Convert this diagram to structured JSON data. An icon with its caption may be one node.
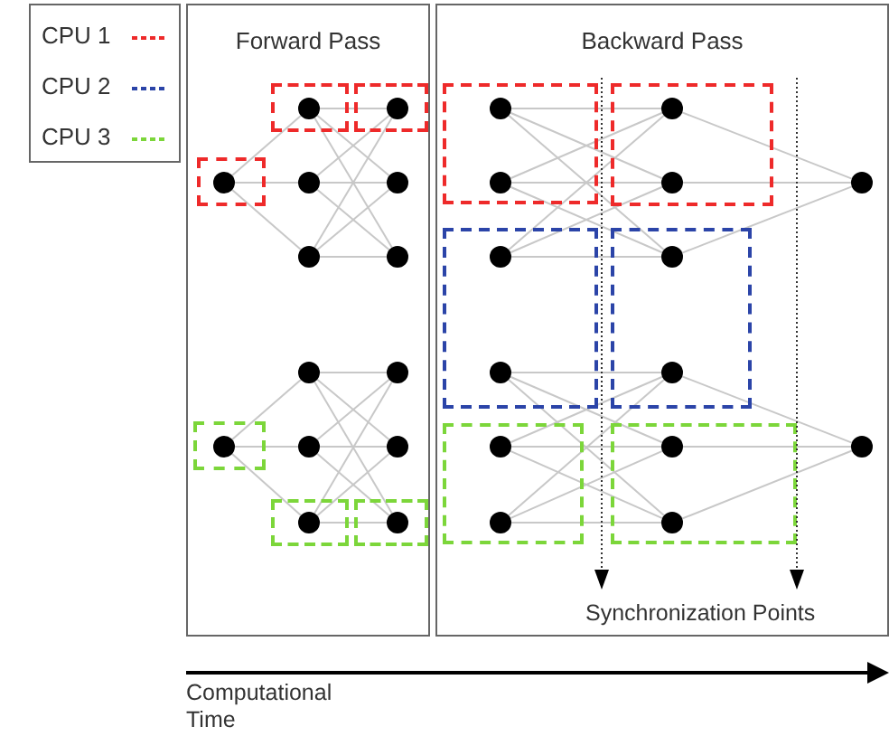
{
  "diagram": {
    "nodes": [
      {
        "text": [
          "Forward Pass"
        ]
      },
      {
        "text": [],
        "shape": "box",
        "in": 0
      },
      {
        "text": [],
        "shape": "box",
        "in": 0
      },
      {
        "text": [],
        "shape": "box",
        "in": 0
      },
      {
        "text": [],
        "shape": "box",
        "in": 0
      },
      {
        "text": [],
        "shape": "box",
        "in": 0
      },
      {
        "text": [],
        "shape": "box",
        "in": 0
      },
      {
        "text": [],
        "shape": "circle",
        "in": 1
      },
      {
        "text": [],
        "shape": "circle",
        "in": 2
      },
      {
        "text": [],
        "shape": "circle",
        "in": 0
      },
      {
        "text": [],
        "shape": "circle",
        "in": 0
      },
      {
        "text": [],
        "shape": "circle",
        "in": 3
      },
      {
        "text": [],
        "shape": "circle",
        "in": 0
      },
      {
        "text": [],
        "shape": "circle",
        "in": 0
      },
      {
        "text": [],
        "shape": "circle",
        "in": 4
      },
      {
        "text": [],
        "shape": "circle",
        "in": 0
      },
      {
        "text": [],
        "shape": "circle",
        "in": 0
      },
      {
        "text": [],
        "shape": "circle",
        "in": 5
      },
      {
        "text": [],
        "shape": "circle",
        "in": 0
      },
      {
        "text": [],
        "shape": "circle",
        "in": 0
      },
      {
        "text": [],
        "shape": "circle",
        "in": 6
      },
      {
        "text": [
          "Backward Pass"
        ]
      },
      {
        "text": [],
        "shape": "box",
        "in": 21
      },
      {
        "text": [],
        "shape": "box",
        "in": 21
      },
      {
        "text": [],
        "shape": "box",
        "in": 21
      },
      {
        "text": [],
        "shape": "box",
        "in": 21
      },
      {
        "text": [],
        "shape": "box",
        "in": 21
      },
      {
        "text": [],
        "shape": "box",
        "in": 21
      },
      {
        "text": [],
        "shape": "circle",
        "in": 22
      },
      {
        "text": [],
        "shape": "circle",
        "in": 22
      },
      {
        "text": [],
        "shape": "circle",
        "in": 24
      },
      {
        "text": [],
        "shape": "circle",
        "in": 24
      },
      {
        "text": [],
        "shape": "circle",
        "in": 26
      },
      {
        "text": [],
        "shape": "circle",
        "in": 26
      },
      {
        "text": [],
        "shape": "circle",
        "in": 23
      },
      {
        "text": [],
        "shape": "circle",
        "in": 23
      },
      {
        "text": [],
        "shape": "circle",
        "in": 25
      },
      {
        "text": [],
        "shape": "circle",
        "in": 25
      },
      {
        "text": [],
        "shape": "circle",
        "in": 27
      },
      {
        "text": [],
        "shape": "circle",
        "in": 27
      },
      {
        "text": [],
        "shape": "circle",
        "in": 21
      },
      {
        "text": [],
        "shape": "circle",
        "in": 21
      }
    ],
    "edges": [
      {
        "from": 7,
        "to": 8,
        "arrow": "none"
      },
      {
        "from": 7,
        "to": 9,
        "arrow": "none"
      },
      {
        "from": 7,
        "to": 10,
        "arrow": "none"
      },
      {
        "from": 8,
        "to": 11,
        "arrow": "none"
      },
      {
        "from": 8,
        "to": 12,
        "arrow": "none"
      },
      {
        "from": 8,
        "to": 13,
        "arrow": "none"
      },
      {
        "from": 9,
        "to": 11,
        "arrow": "none"
      },
      {
        "from": 9,
        "to": 12,
        "arrow": "none"
      },
      {
        "from": 9,
        "to": 13,
        "arrow": "none"
      },
      {
        "from": 10,
        "to": 11,
        "arrow": "none"
      },
      {
        "from": 10,
        "to": 12,
        "arrow": "none"
      },
      {
        "from": 10,
        "to": 13,
        "arrow": "none"
      },
      {
        "from": 14,
        "to": 15,
        "arrow": "none"
      },
      {
        "from": 14,
        "to": 16,
        "arrow": "none"
      },
      {
        "from": 14,
        "to": 17,
        "arrow": "none"
      },
      {
        "from": 15,
        "to": 18,
        "arrow": "none"
      },
      {
        "from": 15,
        "to": 19,
        "arrow": "none"
      },
      {
        "from": 15,
        "to": 20,
        "arrow": "none"
      },
      {
        "from": 16,
        "to": 18,
        "arrow": "none"
      },
      {
        "from": 16,
        "to": 19,
        "arrow": "none"
      },
      {
        "from": 16,
        "to": 20,
        "arrow": "none"
      },
      {
        "from": 17,
        "to": 18,
        "arrow": "none"
      },
      {
        "from": 17,
        "to": 19,
        "arrow": "none"
      },
      {
        "from": 17,
        "to": 20,
        "arrow": "none"
      },
      {
        "from": 28,
        "to": 34,
        "arrow": "none"
      },
      {
        "from": 28,
        "to": 35,
        "arrow": "none"
      },
      {
        "from": 28,
        "to": 36,
        "arrow": "none"
      },
      {
        "from": 29,
        "to": 34,
        "arrow": "none"
      },
      {
        "from": 29,
        "to": 35,
        "arrow": "none"
      },
      {
        "from": 29,
        "to": 36,
        "arrow": "none"
      },
      {
        "from": 30,
        "to": 34,
        "arrow": "none"
      },
      {
        "from": 30,
        "to": 35,
        "arrow": "none"
      },
      {
        "from": 30,
        "to": 36,
        "arrow": "none"
      },
      {
        "from": 34,
        "to": 40,
        "arrow": "none"
      },
      {
        "from": 35,
        "to": 40,
        "arrow": "none"
      },
      {
        "from": 36,
        "to": 40,
        "arrow": "none"
      },
      {
        "from": 31,
        "to": 37,
        "arrow": "none"
      },
      {
        "from": 31,
        "to": 38,
        "arrow": "none"
      },
      {
        "from": 31,
        "to": 39,
        "arrow": "none"
      },
      {
        "from": 32,
        "to": 37,
        "arrow": "none"
      },
      {
        "from": 32,
        "to": 38,
        "arrow": "none"
      },
      {
        "from": 32,
        "to": 39,
        "arrow": "none"
      },
      {
        "from": 33,
        "to": 37,
        "arrow": "none"
      },
      {
        "from": 33,
        "to": 38,
        "arrow": "none"
      },
      {
        "from": 33,
        "to": 39,
        "arrow": "none"
      },
      {
        "from": 37,
        "to": 41,
        "arrow": "none"
      },
      {
        "from": 38,
        "to": 41,
        "arrow": "none"
      },
      {
        "from": 39,
        "to": 41,
        "arrow": "none"
      }
    ],
    "labels": [
      "Synchronization Points",
      "Computational Time"
    ],
    "legend": [
      {
        "text": "CPU 1",
        "color": "#ee2a2a"
      },
      {
        "text": "CPU 2",
        "color": "#2b44a8"
      },
      {
        "text": "CPU 3",
        "color": "#7cd63a"
      }
    ]
  }
}
